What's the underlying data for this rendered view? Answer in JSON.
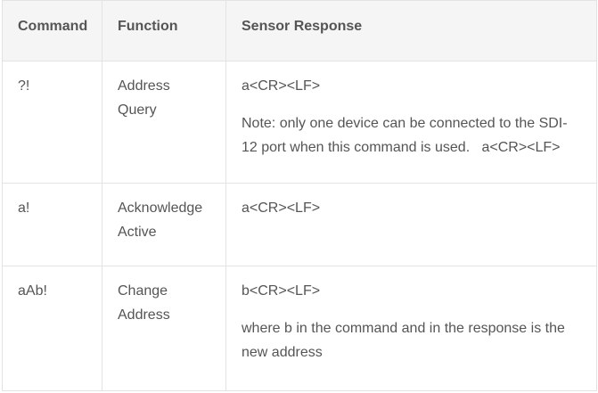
{
  "table": {
    "headers": [
      "Command",
      "Function",
      "Sensor Response"
    ],
    "rows": [
      {
        "command": "?!",
        "function": "Address Query",
        "response": "a<CR><LF>",
        "note": "Note: only one device can be connected to the SDI-12 port when this command is used.   a<CR><LF>"
      },
      {
        "command": "a!",
        "function": "Acknowledge Active",
        "response": "a<CR><LF>",
        "note": ""
      },
      {
        "command": "aAb!",
        "function": "Change Address",
        "response": "b<CR><LF>",
        "note": "where b in the command and in the response is the new address"
      }
    ]
  }
}
